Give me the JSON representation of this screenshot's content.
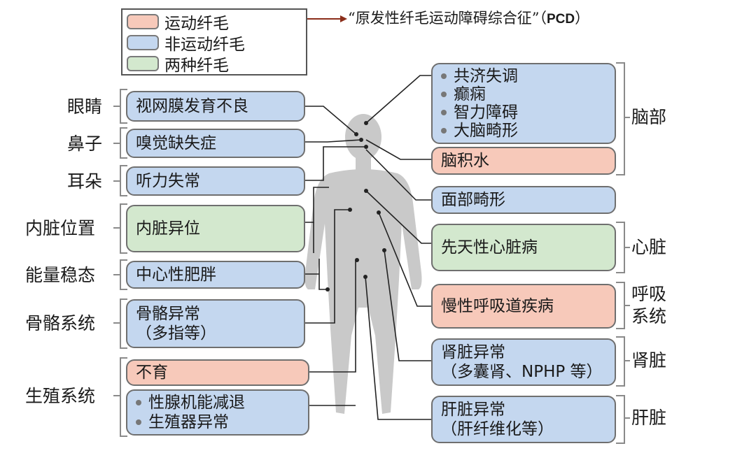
{
  "legend": {
    "motile": "运动纤毛",
    "nonmotile": "非运动纤毛",
    "both": "两种纤毛"
  },
  "pcd_note": {
    "text": "“原发性纤毛运动障碍综合征”（",
    "abbr": "PCD",
    "close": "）"
  },
  "colors": {
    "motile": "#f7c9ba",
    "nonmotile": "#c4d7ef",
    "both": "#d3e8ce",
    "body": "#c9c9c9"
  },
  "left_labels": {
    "eye": "眼睛",
    "nose": "鼻子",
    "ear": "耳朵",
    "viscera": "内脏位置",
    "energy": "能量稳态",
    "skeleton": "骨骼系统",
    "reproductive": "生殖系统"
  },
  "left_boxes": {
    "retina": "视网膜发育不良",
    "anosmia": "嗅觉缺失症",
    "hearing": "听力失常",
    "situs": "内脏异位",
    "obesity": "中心性肥胖",
    "skeletal_1": "骨骼异常",
    "skeletal_2": "（多指等）",
    "infertility": "不育",
    "repro_items": [
      "性腺机能减退",
      "生殖器异常"
    ]
  },
  "right_boxes": {
    "brain_items": [
      "共济失调",
      "癫痫",
      "智力障碍",
      "大脑畸形"
    ],
    "hydrocephalus": "脑积水",
    "facial": "面部畸形",
    "chd": "先天性心脏病",
    "respiratory": "慢性呼吸道疾病",
    "kidney_1": "肾脏异常",
    "kidney_2": "（多囊肾、NPHP 等）",
    "liver_1": "肝脏异常",
    "liver_2": "（肝纤维化等）"
  },
  "right_labels": {
    "brain": "脑部",
    "heart": "心脏",
    "respiratory_1": "呼吸",
    "respiratory_2": "系统",
    "kidney": "肾脏",
    "liver": "肝脏"
  }
}
